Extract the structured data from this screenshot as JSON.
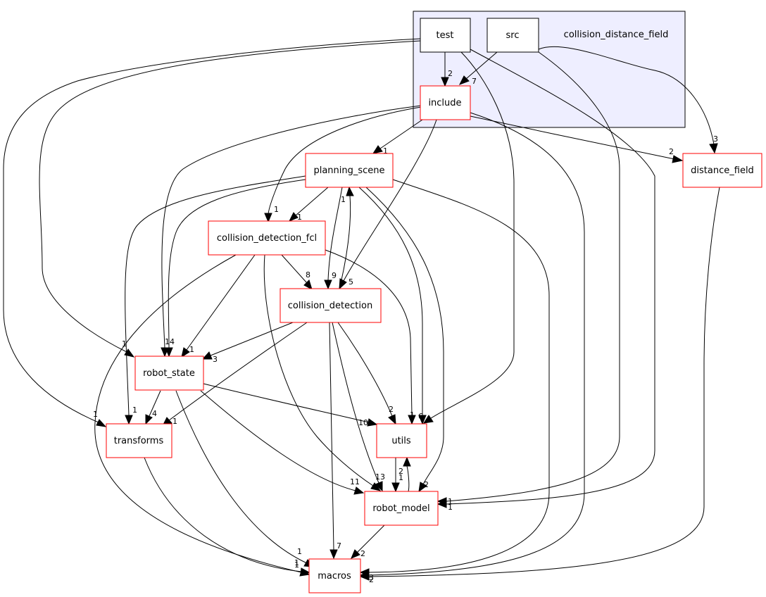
{
  "cluster": {
    "label": "collision_distance_field"
  },
  "nodes": {
    "test": "test",
    "src": "src",
    "include": "include",
    "planning_scene": "planning_scene",
    "collision_detection_fcl": "collision_detection_fcl",
    "collision_detection": "collision_detection",
    "robot_state": "robot_state",
    "transforms": "transforms",
    "utils": "utils",
    "robot_model": "robot_model",
    "macros": "macros",
    "distance_field": "distance_field"
  },
  "edges": {
    "test_include": "2",
    "src_include": "7",
    "src_distance_field": "3",
    "include_planning_scene": "1",
    "include_distance_field": "2",
    "include_collision_detection_fcl": "1",
    "include_collision_detection": "5",
    "include_robot_state": "14",
    "test_robot_state": "1",
    "test_transforms": "1",
    "test_utils": "1",
    "test_robot_model": "1",
    "src_robot_model": "1",
    "planning_scene_collision_detection_fcl": "1",
    "planning_scene_collision_detection": "9",
    "collision_detection_planning_scene": "1",
    "planning_scene_utils": "6",
    "planning_scene_robot_model": "2",
    "planning_scene_transforms": "1",
    "collision_detection_fcl_collision_detection": "8",
    "collision_detection_fcl_robot_state": "1",
    "collision_detection_fcl_utils": "1",
    "collision_detection_fcl_robot_model": "1",
    "collision_detection_fcl_macros": "1",
    "collision_detection_robot_state": "3",
    "collision_detection_transforms": "1",
    "collision_detection_utils": "2",
    "collision_detection_robot_model": "3",
    "collision_detection_macros": "7",
    "robot_state_transforms": "4",
    "robot_state_utils": "10",
    "robot_state_robot_model": "11",
    "robot_state_macros": "1",
    "utils_robot_model": "1",
    "robot_model_utils": "2",
    "robot_model_macros": "2",
    "transforms_macros": "1",
    "include_macros": "3",
    "distance_field_macros": "2",
    "planning_scene_macros": "1"
  }
}
